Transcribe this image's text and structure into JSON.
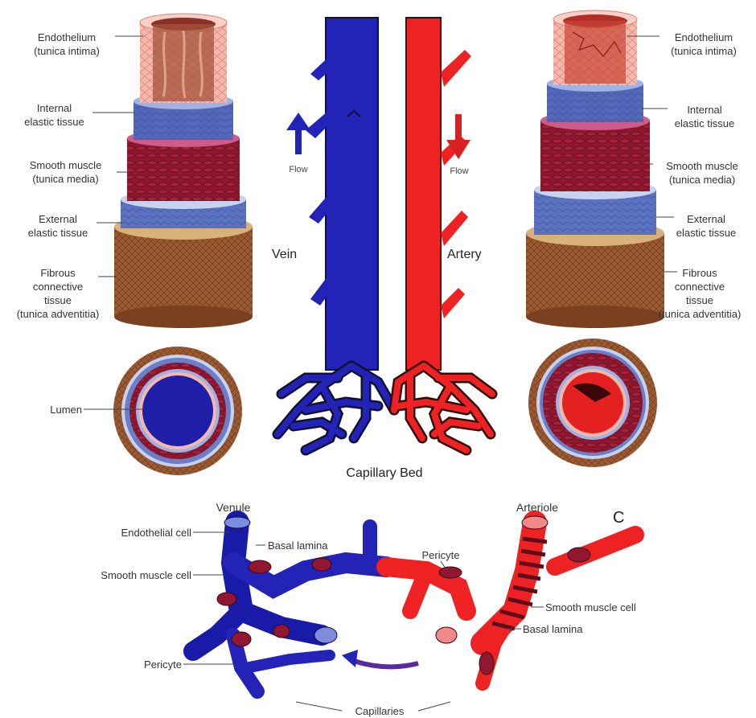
{
  "colors": {
    "vein": "#2323b8",
    "artery": "#ee2222",
    "muscle": "#8f1830",
    "elastic_blue": "#5a72c0",
    "intima_pink": "#f6b7ad",
    "adventitia_brown": "#9a5a32"
  },
  "labels": {
    "vein_side": {
      "endothelium": "Endothelium\n(tunica intima)",
      "internal_elastic": "Internal\nelastic tissue",
      "smooth_muscle": "Smooth muscle\n(tunica media)",
      "external_elastic": "External\nelastic tissue",
      "fibrous": "Fibrous\nconnective\ntissue\n(tunica adventitia)",
      "lumen": "Lumen"
    },
    "artery_side": {
      "endothelium": "Endothelium\n(tunica intima)",
      "internal_elastic": "Internal\nelastic tissue",
      "smooth_muscle": "Smooth muscle\n(tunica media)",
      "external_elastic": "External\nelastic tissue",
      "fibrous": "Fibrous\nconnective\ntissue\n(tunica adventitia)"
    },
    "center": {
      "flow_vein": "Flow",
      "flow_artery": "Flow",
      "vein": "Vein",
      "artery": "Artery",
      "capillary_bed": "Capillary Bed"
    },
    "bottom": {
      "venule": "Venule",
      "arteriole": "Arteriole",
      "panel_letter": "C",
      "endothelial_cell": "Endothelial cell",
      "basal_lamina_left": "Basal lamina",
      "smooth_muscle_left": "Smooth muscle cell",
      "pericyte_top": "Pericyte",
      "smooth_muscle_right": "Smooth muscle cell",
      "basal_lamina_right": "Basal lamina",
      "pericyte_left": "Pericyte",
      "capillaries": "Capillaries"
    }
  }
}
